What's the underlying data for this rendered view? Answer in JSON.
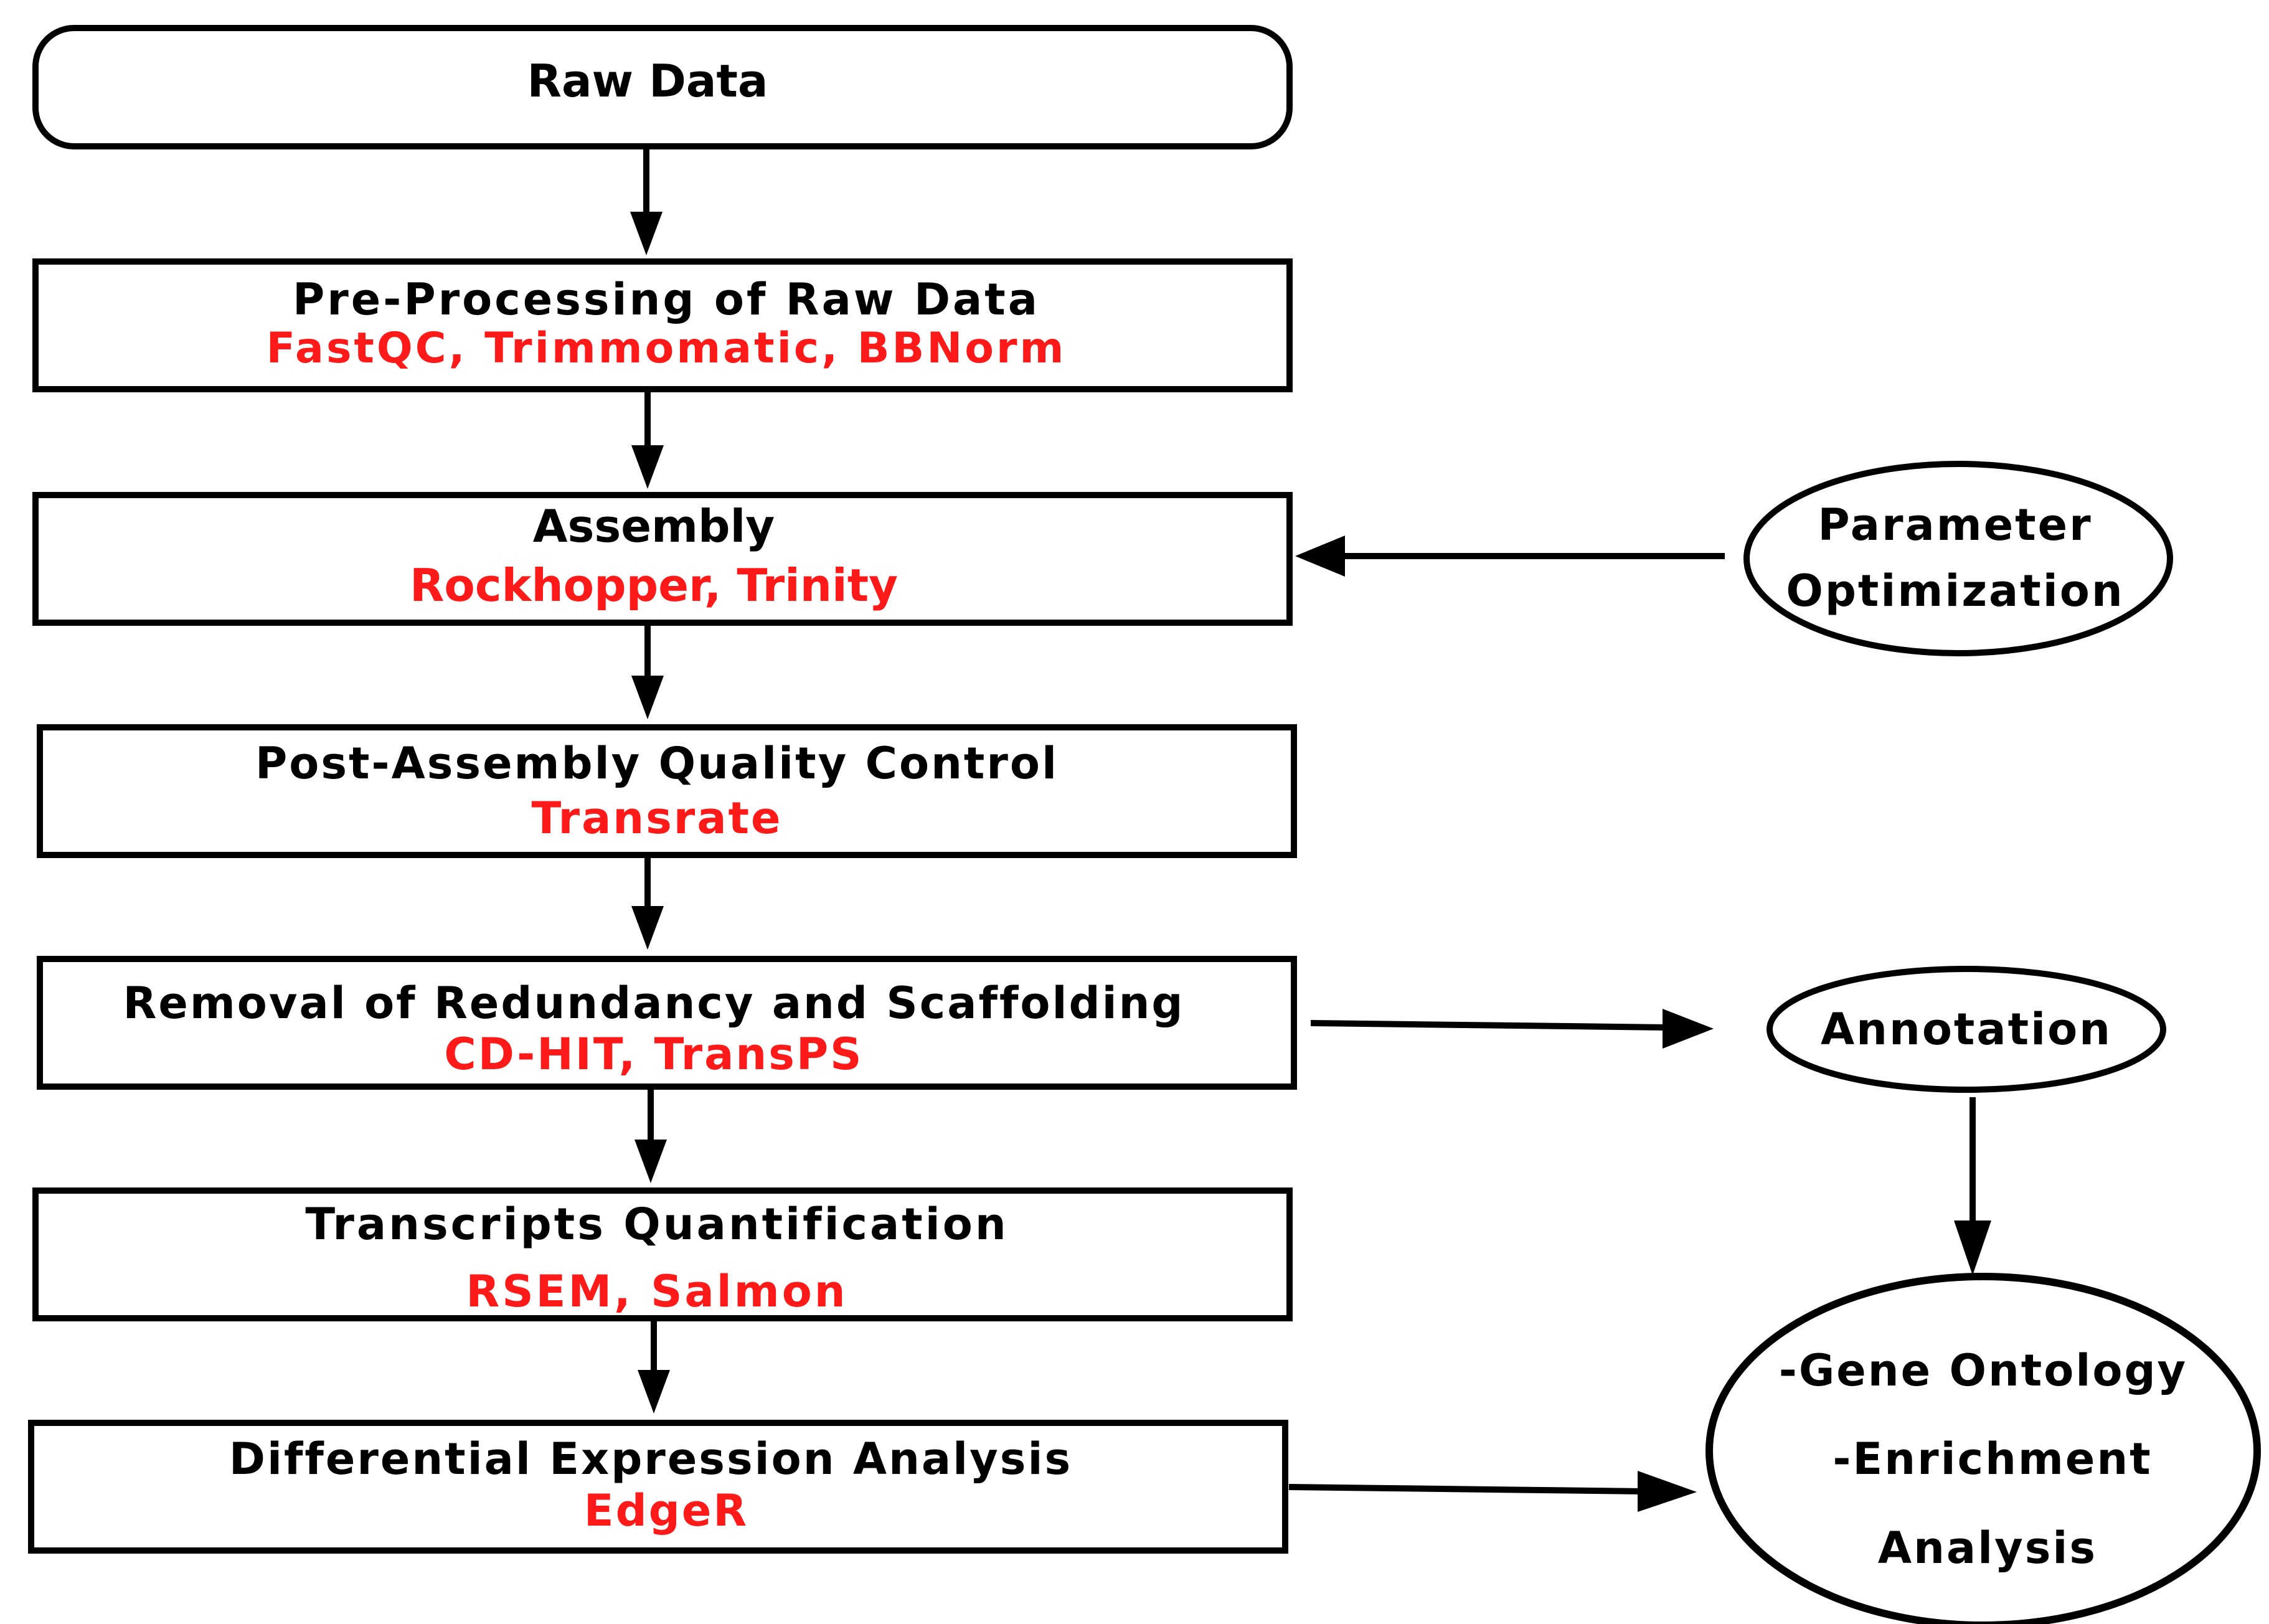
{
  "colors": {
    "title_text": "#000000",
    "tool_text": "#ff1a1a",
    "stroke": "#000000",
    "background": "#ffffff"
  },
  "steps": [
    {
      "title": "Raw Data"
    },
    {
      "title": "Pre-Processing of Raw Data",
      "tools": "FastQC, Trimmomatic, BBNorm"
    },
    {
      "title": "Assembly",
      "tools": "Rockhopper, Trinity"
    },
    {
      "title": "Post-Assembly Quality Control",
      "tools": "Transrate"
    },
    {
      "title": "Removal of Redundancy and Scaffolding",
      "tools": "CD-HIT, TransPS"
    },
    {
      "title": "Transcripts Quantification",
      "tools": "RSEM, Salmon"
    },
    {
      "title": "Differential Expression Analysis",
      "tools": "EdgeR"
    }
  ],
  "side": {
    "parameter_line1": "Parameter",
    "parameter_line2": "Optimization",
    "annotation": "Annotation",
    "enrichment_line1": "-Gene Ontology",
    "enrichment_line2": "-Enrichment",
    "enrichment_line3": "Analysis"
  }
}
